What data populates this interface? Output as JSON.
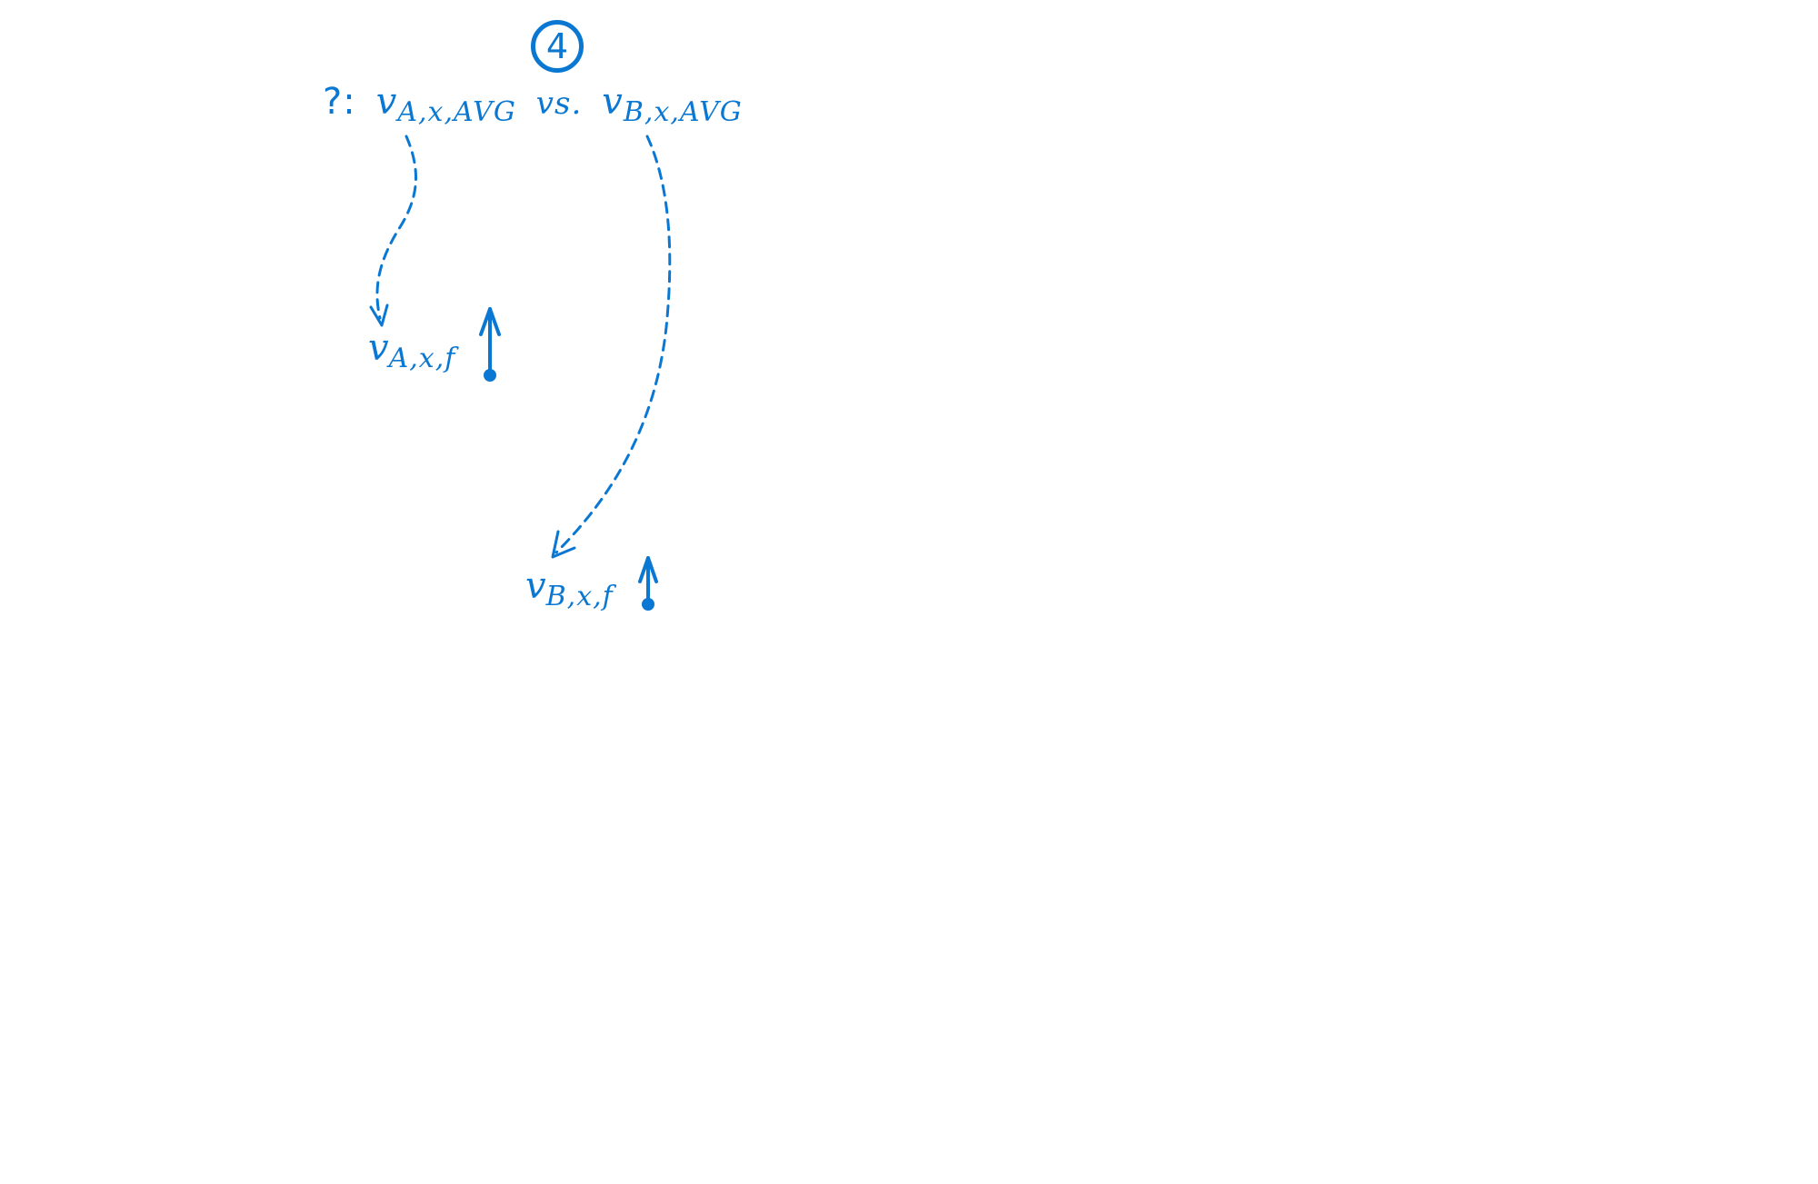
{
  "diagram": {
    "ink_color": "#0a78d2",
    "background": "#ffffff",
    "step_badge": {
      "number": "4"
    },
    "question": {
      "prefix": "?:",
      "left_var": {
        "main": "v",
        "sub": "A,x,AVG"
      },
      "comparator": "vs.",
      "right_var": {
        "main": "v",
        "sub": "B,x,AVG"
      }
    },
    "nodes": [
      {
        "id": "v-a-x-f",
        "label": {
          "main": "v",
          "sub": "A,x,f"
        },
        "vector_direction": "up"
      },
      {
        "id": "v-b-x-f",
        "label": {
          "main": "v",
          "sub": "B,x,f"
        },
        "vector_direction": "up"
      }
    ],
    "edges": [
      {
        "from": "v_A,x,AVG",
        "to": "v_A,x,f",
        "style": "dashed-curved-arrow"
      },
      {
        "from": "v_B,x,AVG",
        "to": "v_B,x,f",
        "style": "dashed-curved-arrow"
      }
    ]
  }
}
